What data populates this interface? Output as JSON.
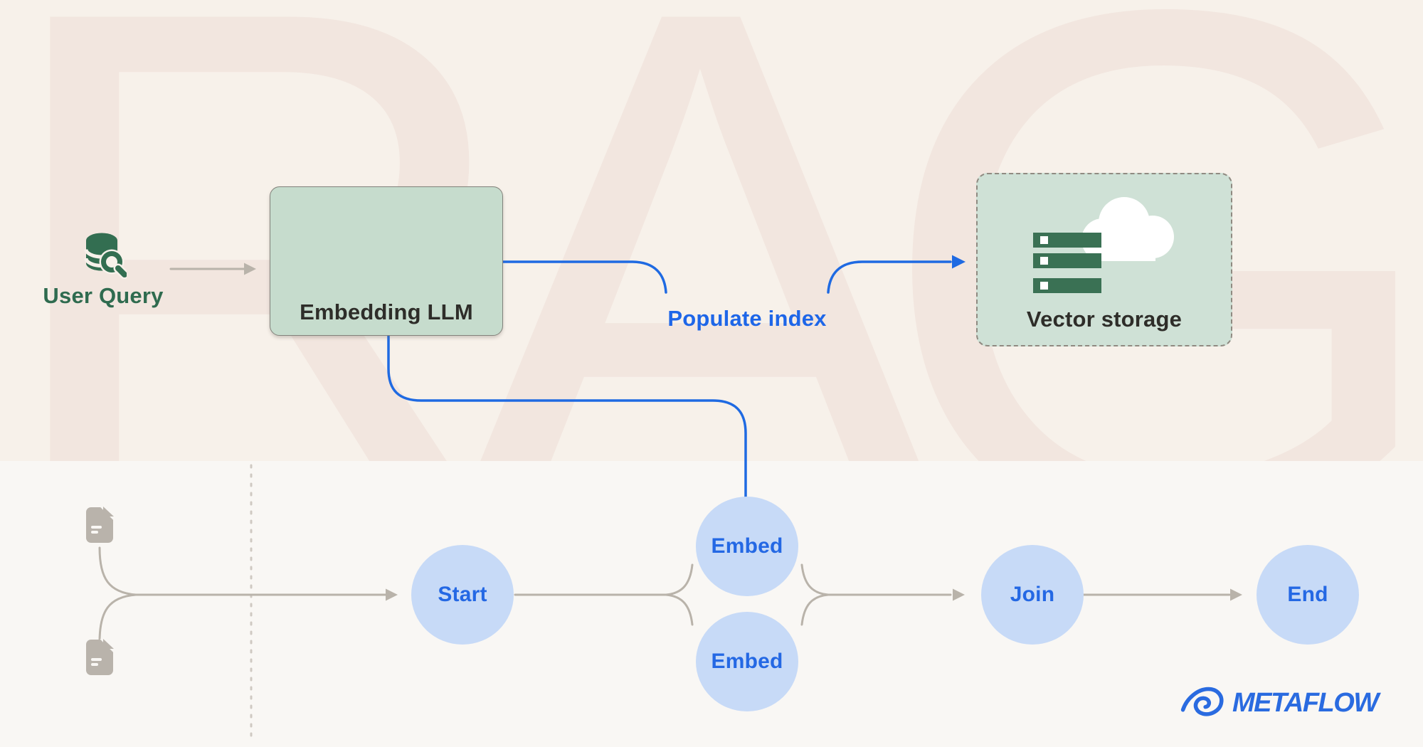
{
  "watermark": {
    "text": "RAG"
  },
  "colors": {
    "accent_blue": "#1f6ae2",
    "green_dark": "#2f6b4f",
    "icon_green": "#336e51",
    "embedding_box_fill": "#c6dccd",
    "vector_box_fill": "#cfe1d6",
    "node_fill": "#c7daf7",
    "top_background": "#f7f1ea",
    "watermark_pink": "#f2e6df",
    "bottom_background": "#f9f7f4",
    "connector_gray": "#b9b3aa",
    "box_text": "#2e2d29"
  },
  "top": {
    "user_query": {
      "icon": "database-search-icon",
      "label": "User Query"
    },
    "embedding_box": {
      "label": "Embedding LLM"
    },
    "populate_index_label": "Populate index",
    "vector_box": {
      "icon": "server-cloud-icon",
      "label": "Vector storage"
    }
  },
  "flow": {
    "document_icons": [
      "document-icon",
      "document-icon"
    ],
    "nodes": [
      {
        "id": "start",
        "label": "Start"
      },
      {
        "id": "embed-1",
        "label": "Embed"
      },
      {
        "id": "embed-2",
        "label": "Embed"
      },
      {
        "id": "join",
        "label": "Join"
      },
      {
        "id": "end",
        "label": "End"
      }
    ]
  },
  "brand": {
    "logo_icon": "metaflow-swirl-icon",
    "wordmark": "METAFLOW"
  }
}
